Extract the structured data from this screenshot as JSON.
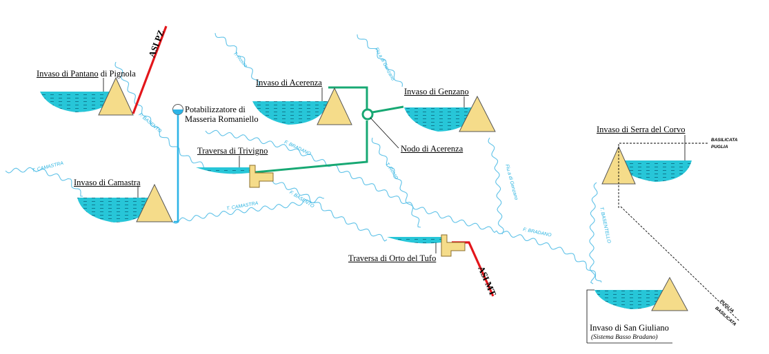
{
  "reservoirs": {
    "pantano_prefix": "Invaso di Pantano",
    "pantano_suffix": " di Pignola",
    "camastra": "Invaso di Camastra",
    "acerenza": "Invaso di Acerenza",
    "genzano": "Invaso di Genzano",
    "serra_del_corvo": "Invaso di Serra del Corvo",
    "san_giuliano": "Invaso di San Giuliano",
    "san_giuliano_note": "(Sistema Basso Bradano)"
  },
  "weirs": {
    "trivigno": "Traversa di Trivigno",
    "orto_del_tufo": "Traversa di Orto del Tufo"
  },
  "nodes": {
    "acerenza": "Nodo di Acerenza",
    "potabilizzatore_line1": "Potabilizzatore di",
    "potabilizzatore_line2": "Masseria Romaniello"
  },
  "industrial": {
    "asi_pz": "ASI PZ",
    "asi_mt": "ASI MT"
  },
  "rivers": {
    "basento_1": "F. BASENTO",
    "basento_2": "F. BASENTO",
    "camastra_1": "T. CAMASTRA",
    "camastra_2": "T. CAMASTRA",
    "bradano_1": "F. BRADANO",
    "bradano_2": "F. BRADANO",
    "rosso_1": "T. Rosso",
    "rosso_2": "T. Rosso",
    "genzano_1": "Fiu.a di Genzano",
    "genzano_2": "Fiu.a di Genzano",
    "basentello": "T. BASENTELLO"
  },
  "regions": {
    "top_basilicata": "BASILICATA",
    "top_puglia": "PUGLIA",
    "bottom_puglia": "PUGLIA",
    "bottom_basilicata": "BASILICATA"
  },
  "colors": {
    "water": "#27c6d8",
    "water_dark": "#0d6f86",
    "dam": "#f5dc8a",
    "river": "#5fc2e8",
    "pipe_green": "#17a873",
    "pipe_blue": "#2db4e6",
    "asi_red": "#e3161b"
  }
}
